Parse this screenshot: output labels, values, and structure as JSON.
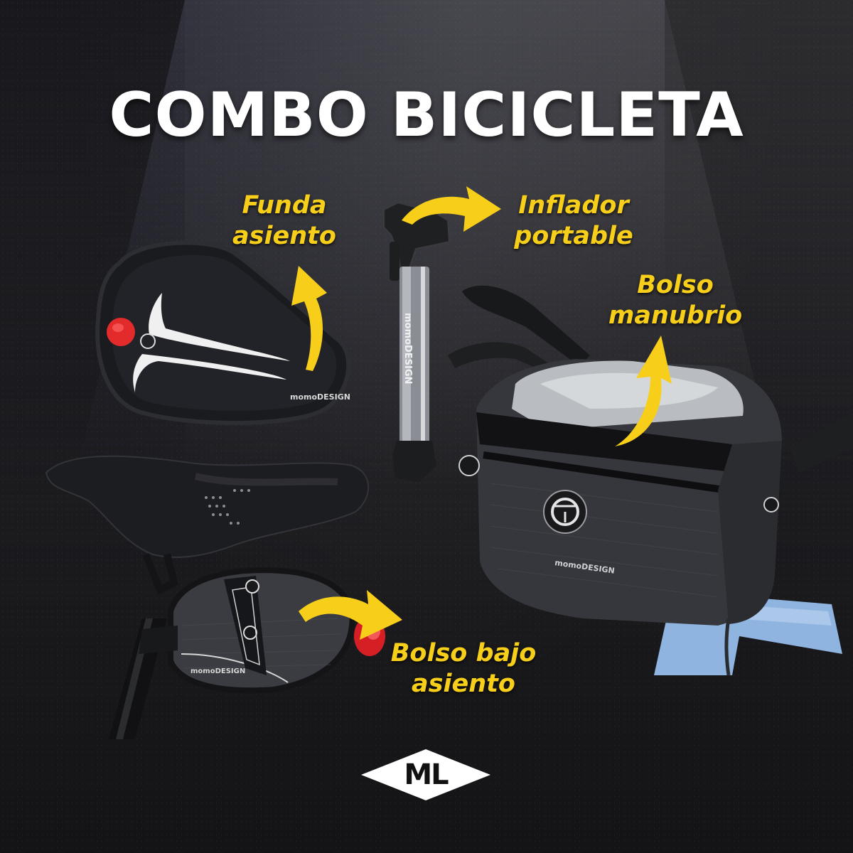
{
  "title": "COMBO BICICLETA",
  "colors": {
    "background": "#1e1e22",
    "title_text": "#ffffff",
    "accent_yellow": "#f7cf1b",
    "light_red": "#e8262a",
    "bike_frame_blue": "#8fb4e0",
    "logo_bg": "#ffffff",
    "logo_text": "#111111"
  },
  "products": [
    {
      "id": "seat-cover",
      "label_lines": [
        "Funda",
        "asiento"
      ],
      "brand_mark": "momoDESIGN",
      "icon": "seat-cover-icon",
      "arrow_direction": "up-right"
    },
    {
      "id": "portable-pump",
      "label_lines": [
        "Inflador",
        "portable"
      ],
      "brand_mark": "momoDESIGN",
      "icon": "bicycle-pump-icon",
      "arrow_direction": "right"
    },
    {
      "id": "handlebar-bag",
      "label_lines": [
        "Bolso",
        "manubrio"
      ],
      "brand_mark": "momoDESIGN",
      "icon": "handlebar-bag-icon",
      "arrow_direction": "up"
    },
    {
      "id": "saddle-bag",
      "label_lines": [
        "Bolso bajo",
        "asiento"
      ],
      "brand_mark": "momoDESIGN",
      "icon": "saddle-bag-icon",
      "arrow_direction": "right"
    }
  ],
  "logo": {
    "text": "ML",
    "shape": "diamond"
  }
}
